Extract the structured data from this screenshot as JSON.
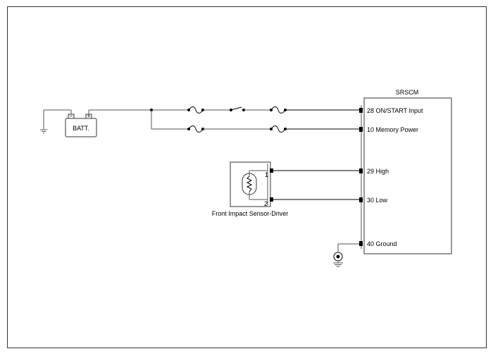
{
  "module": {
    "title": "SRSCM",
    "pins": [
      {
        "label": "28 ON/START Input"
      },
      {
        "label": "10 Memory Power"
      },
      {
        "label": "29 High"
      },
      {
        "label": "30 Low"
      },
      {
        "label": "40 Ground"
      }
    ]
  },
  "battery": {
    "label": "BATT.",
    "neg_symbol": "−",
    "pos_symbol": "+"
  },
  "sensor": {
    "label": "Front Impact Sensor-Driver",
    "pin1": "1",
    "pin2": "2"
  }
}
